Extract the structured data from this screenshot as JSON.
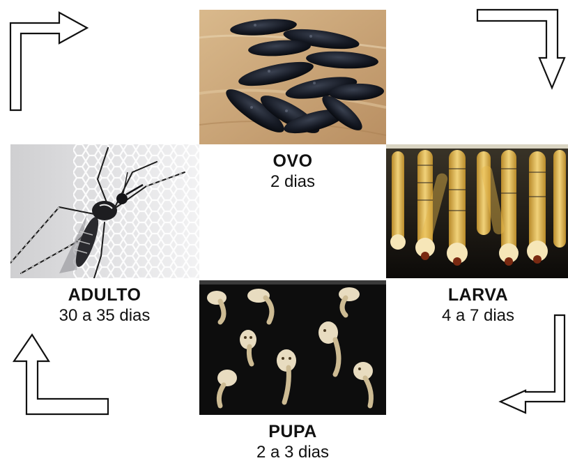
{
  "stages": {
    "ovo": {
      "name": "OVO",
      "duration": "2 dias",
      "image": "mosquito-eggs-photo",
      "icon": "eggs"
    },
    "larva": {
      "name": "LARVA",
      "duration": "4 a 7 dias",
      "image": "mosquito-larvae-photo",
      "icon": "larvae"
    },
    "pupa": {
      "name": "PUPA",
      "duration": "2 a 3 dias",
      "image": "mosquito-pupae-photo",
      "icon": "pupae"
    },
    "adulto": {
      "name": "ADULTO",
      "duration": "30 a 35 dias",
      "image": "adult-mosquito-photo",
      "icon": "mosquito"
    }
  },
  "cycle_order": [
    "ovo",
    "larva",
    "pupa",
    "adulto"
  ],
  "arrows": [
    "adulto-to-ovo",
    "ovo-to-larva",
    "larva-to-pupa",
    "pupa-to-adulto"
  ],
  "colors": {
    "arrow_stroke": "#111111",
    "arrow_fill": "#ffffff",
    "text": "#111111"
  }
}
